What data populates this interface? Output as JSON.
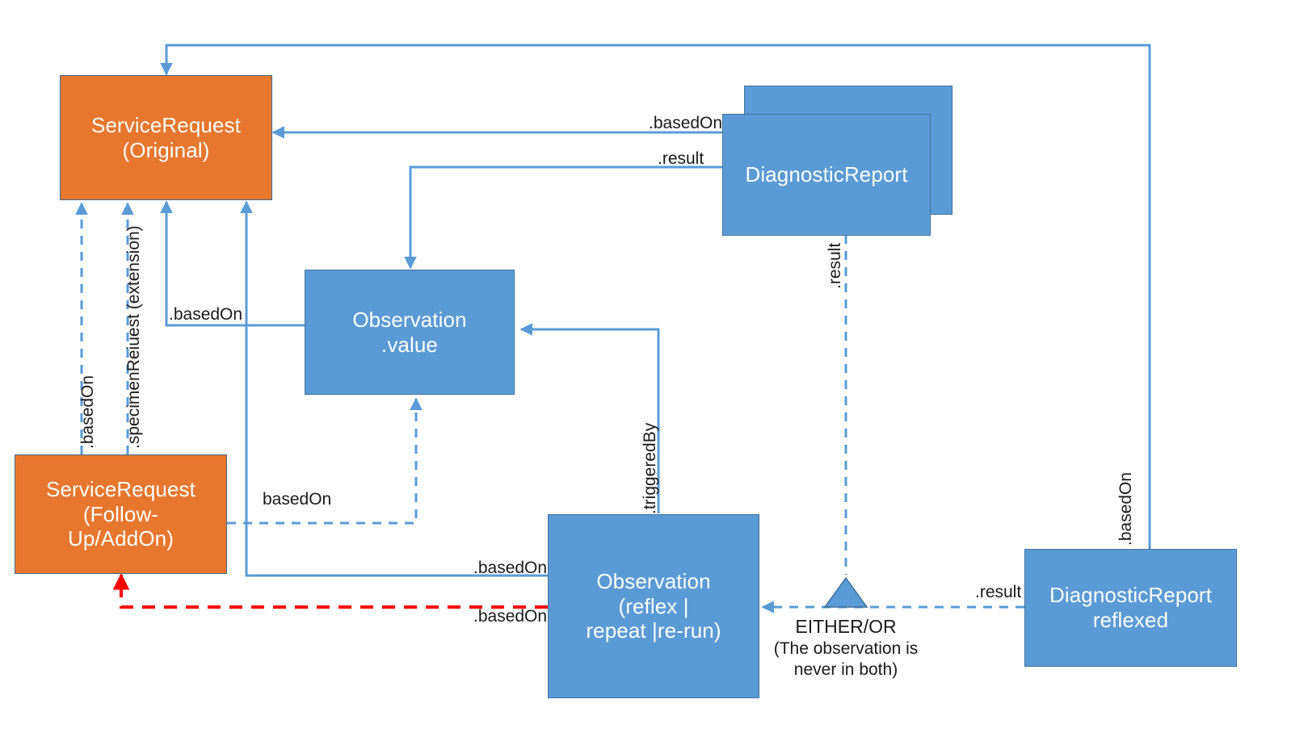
{
  "diagram": {
    "title": "FHIR ServiceRequest / Observation / DiagnosticReport reflex flow",
    "palette": {
      "orange": "#E8772E",
      "blue": "#5B9BD5",
      "blue_border": "#41719C",
      "line": "#5B9BD5",
      "line_red": "#FF0000",
      "text_light": "#FFFFFF",
      "text_dark": "#1A1A1A"
    },
    "nodes": [
      {
        "id": "service_request_original",
        "label": "ServiceRequest\n(Original)",
        "line1": "ServiceRequest",
        "line2": "(Original)",
        "color": "orange"
      },
      {
        "id": "service_request_followup",
        "label": "ServiceRequest\n(Follow-Up/AddOn)",
        "line1": "ServiceRequest",
        "line2": "(Follow-",
        "line3": "Up/AddOn)",
        "color": "orange"
      },
      {
        "id": "observation_value",
        "label": "Observation\n.value",
        "line1": "Observation",
        "line2": ".value",
        "color": "blue"
      },
      {
        "id": "diagnostic_report",
        "label": "DiagnosticReport",
        "line1": "DiagnosticReport",
        "color": "blue",
        "stacked": true
      },
      {
        "id": "observation_reflex",
        "label": "Observation\n(reflex | repeat |re-run)",
        "line1": "Observation",
        "line2": "(reflex |",
        "line3": "repeat |re-run)",
        "color": "blue"
      },
      {
        "id": "diagnostic_report_reflexed",
        "label": "DiagnosticReport\nreflexed",
        "line1": "DiagnosticReport",
        "line2": "reflexed",
        "color": "blue"
      }
    ],
    "edge_labels": {
      "based_on": ".basedOn",
      "based_on_plain": "basedOn",
      "specimen_request_extension": ".specimenReiuest (extension)",
      "result": ".result",
      "triggered_by": ".triggeredBy"
    },
    "edges": [
      {
        "from": "diagnostic_report_reflexed",
        "to": "service_request_original",
        "label": ".basedOn",
        "style": "solid"
      },
      {
        "from": "diagnostic_report",
        "to": "service_request_original",
        "label": ".basedOn",
        "style": "solid"
      },
      {
        "from": "diagnostic_report",
        "to": "observation_value",
        "label": ".result",
        "style": "solid"
      },
      {
        "from": "observation_value",
        "to": "service_request_original",
        "label": ".basedOn",
        "style": "solid"
      },
      {
        "from": "observation_reflex",
        "to": "service_request_original",
        "label": ".basedOn",
        "style": "solid"
      },
      {
        "from": "service_request_followup",
        "to": "service_request_original",
        "label": ".basedOn",
        "style": "dashed"
      },
      {
        "from": "service_request_followup",
        "to": "service_request_original",
        "label": ".specimenReiuest (extension)",
        "style": "dashed"
      },
      {
        "from": "service_request_followup",
        "to": "observation_value",
        "label": "basedOn",
        "style": "dashed"
      },
      {
        "from": "observation_reflex",
        "to": "observation_value",
        "label": ".triggeredBy",
        "style": "solid"
      },
      {
        "from": "diagnostic_report",
        "to": "observation_reflex",
        "label": ".result",
        "style": "dashed"
      },
      {
        "from": "diagnostic_report_reflexed",
        "to": "observation_reflex",
        "label": ".result",
        "style": "dashed"
      },
      {
        "from": "observation_reflex",
        "to": "service_request_followup",
        "label": ".basedOn",
        "style": "dashed-red"
      }
    ],
    "annotation": {
      "title": "EITHER/OR",
      "line1": "(The observation is",
      "line2": "never in both)"
    }
  }
}
